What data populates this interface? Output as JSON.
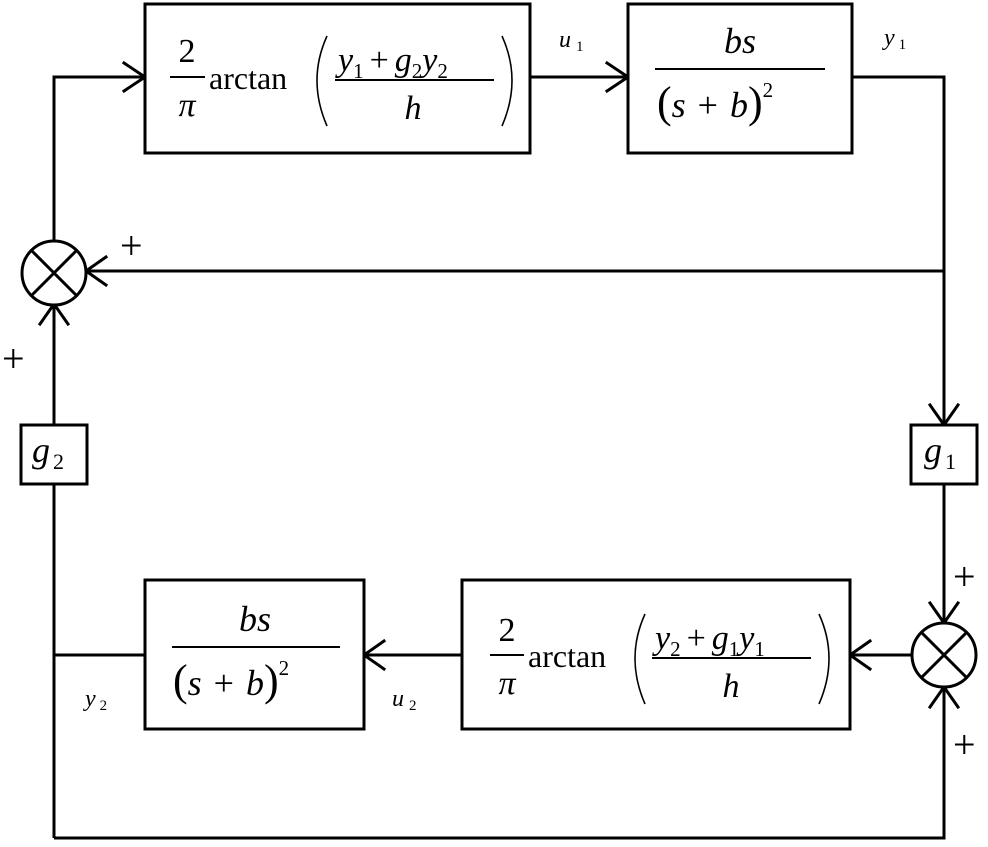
{
  "diagram": {
    "block_top_left": {
      "coef_num": "2",
      "coef_den": "π",
      "func": "arctan",
      "arg_num": {
        "a": "y",
        "a_sub": "1",
        "op": "+",
        "g": "g",
        "g_sub": "2",
        "b": "y",
        "b_sub": "2"
      },
      "arg_den": "h"
    },
    "block_top_right": {
      "num": "bs",
      "den_open": "(",
      "den_s": "s",
      "den_op": "+",
      "den_b": "b",
      "den_close": ")",
      "den_exp": "2"
    },
    "block_bottom_right": {
      "coef_num": "2",
      "coef_den": "π",
      "func": "arctan",
      "arg_num": {
        "a": "y",
        "a_sub": "2",
        "op": "+",
        "g": "g",
        "g_sub": "1",
        "b": "y",
        "b_sub": "1"
      },
      "arg_den": "h"
    },
    "block_bottom_left": {
      "num": "bs",
      "den_open": "(",
      "den_s": "s",
      "den_op": "+",
      "den_b": "b",
      "den_close": ")",
      "den_exp": "2"
    },
    "gain_g1": {
      "base": "g",
      "sub": "1"
    },
    "gain_g2": {
      "base": "g",
      "sub": "2"
    },
    "signals": {
      "u1": {
        "base": "u",
        "sub": "1"
      },
      "y1": {
        "base": "y",
        "sub": "1"
      },
      "u2": {
        "base": "u",
        "sub": "2"
      },
      "y2": {
        "base": "y",
        "sub": "2"
      }
    },
    "signs": {
      "sum_left_right_input": "+",
      "sum_left_bottom_input": "+",
      "sum_right_top_input": "+",
      "sum_right_bottom_input": "+"
    }
  }
}
